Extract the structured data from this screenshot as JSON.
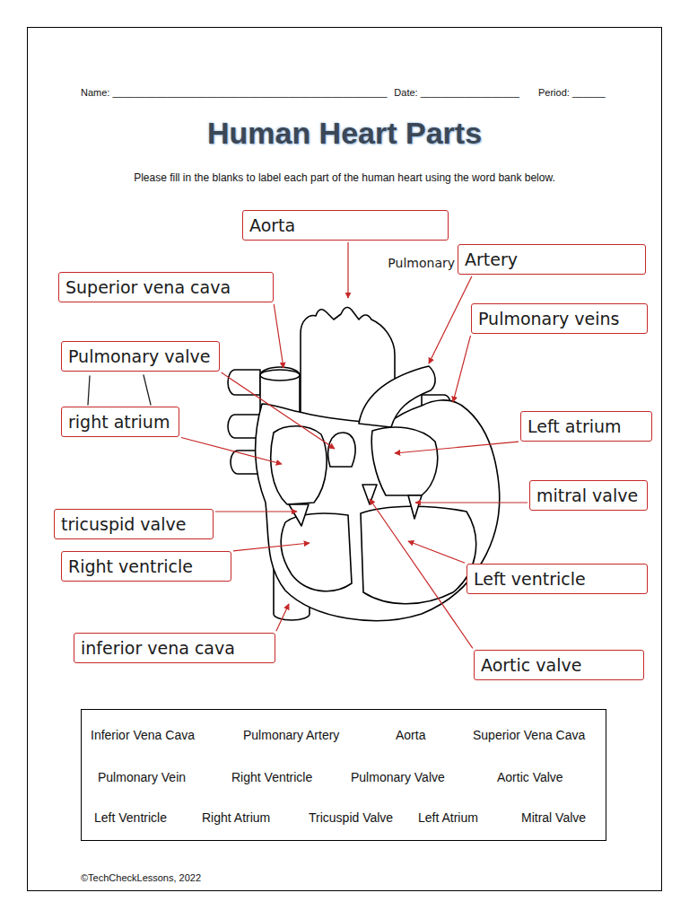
{
  "diagram": {
    "title": "Human Heart Parts",
    "nodes": [
      {
        "text": [
          "Aorta"
        ]
      },
      {
        "text": [
          "Pulmonary",
          "Artery"
        ]
      },
      {
        "text": [
          "Superior vena cava"
        ]
      },
      {
        "text": [
          "Pulmonary veins"
        ]
      },
      {
        "text": [
          "Pulmonary valve"
        ]
      },
      {
        "text": [
          "right atrium"
        ]
      },
      {
        "text": [
          "Left atrium"
        ]
      },
      {
        "text": [
          "mitral valve"
        ]
      },
      {
        "text": [
          "tricuspid valve"
        ]
      },
      {
        "text": [
          "Right ventricle"
        ]
      },
      {
        "text": [
          "Left ventricle"
        ]
      },
      {
        "text": [
          "inferior vena cava"
        ]
      },
      {
        "text": [
          "Aortic valve"
        ]
      },
      {
        "text": [
          "Inferior Vena Cava",
          "Pulmonary Artery",
          "Aorta",
          "Superior Vena Cava",
          "Pulmonary Vein",
          "Right Ventricle",
          "Pulmonary Valve",
          "Aortic Valve",
          "Left Ventricle",
          "Right Atrium",
          "Tricuspid Valve",
          "Left Atrium",
          "Mitral Valve"
        ]
      }
    ],
    "labels": [
      "Name: __________________________________________________",
      "Date: __________________",
      "Period: ______",
      "Please fill in the blanks to label each part of the human heart using the word bank below.",
      "©TechCheckLessons, 2022"
    ]
  }
}
